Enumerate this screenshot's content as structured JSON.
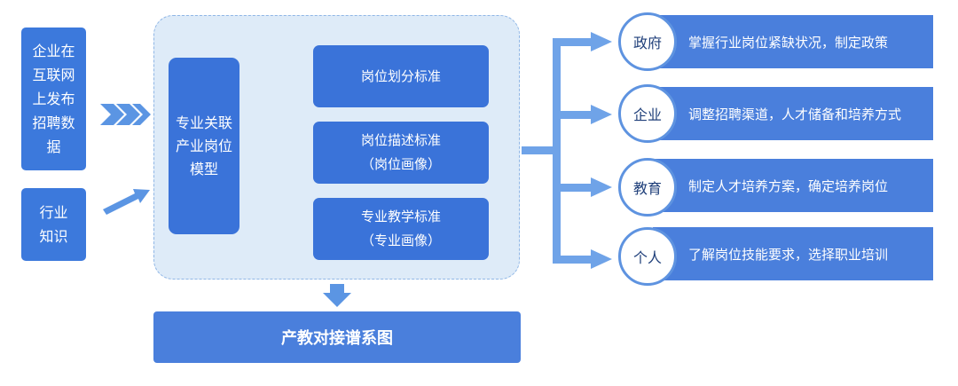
{
  "sources": [
    {
      "lines": [
        "企业在",
        "互联网",
        "上发布",
        "招聘数",
        "据"
      ]
    },
    {
      "lines": [
        "行业",
        "知识"
      ]
    }
  ],
  "model": {
    "lines": [
      "专业关联",
      "产业岗位",
      "模型"
    ]
  },
  "standards": [
    {
      "lines": [
        "岗位划分标准"
      ]
    },
    {
      "lines": [
        "岗位描述标准",
        "（岗位画像）"
      ]
    },
    {
      "lines": [
        "专业教学标准",
        "（专业画像）"
      ]
    }
  ],
  "output": {
    "label": "产教对接谱系图"
  },
  "roles": [
    {
      "name": "政府",
      "desc": "掌握行业岗位紧缺状况，制定政策"
    },
    {
      "name": "企业",
      "desc": "调整招聘渠道，人才储备和培养方式"
    },
    {
      "name": "教育",
      "desc": "制定人才培养方案，确定培养岗位"
    },
    {
      "name": "个人",
      "desc": "了解岗位技能要求，选择职业培训"
    }
  ],
  "colors": {
    "primary": "#3a73d9",
    "arrow": "#6fa3e8",
    "panel": "#deebf8"
  }
}
